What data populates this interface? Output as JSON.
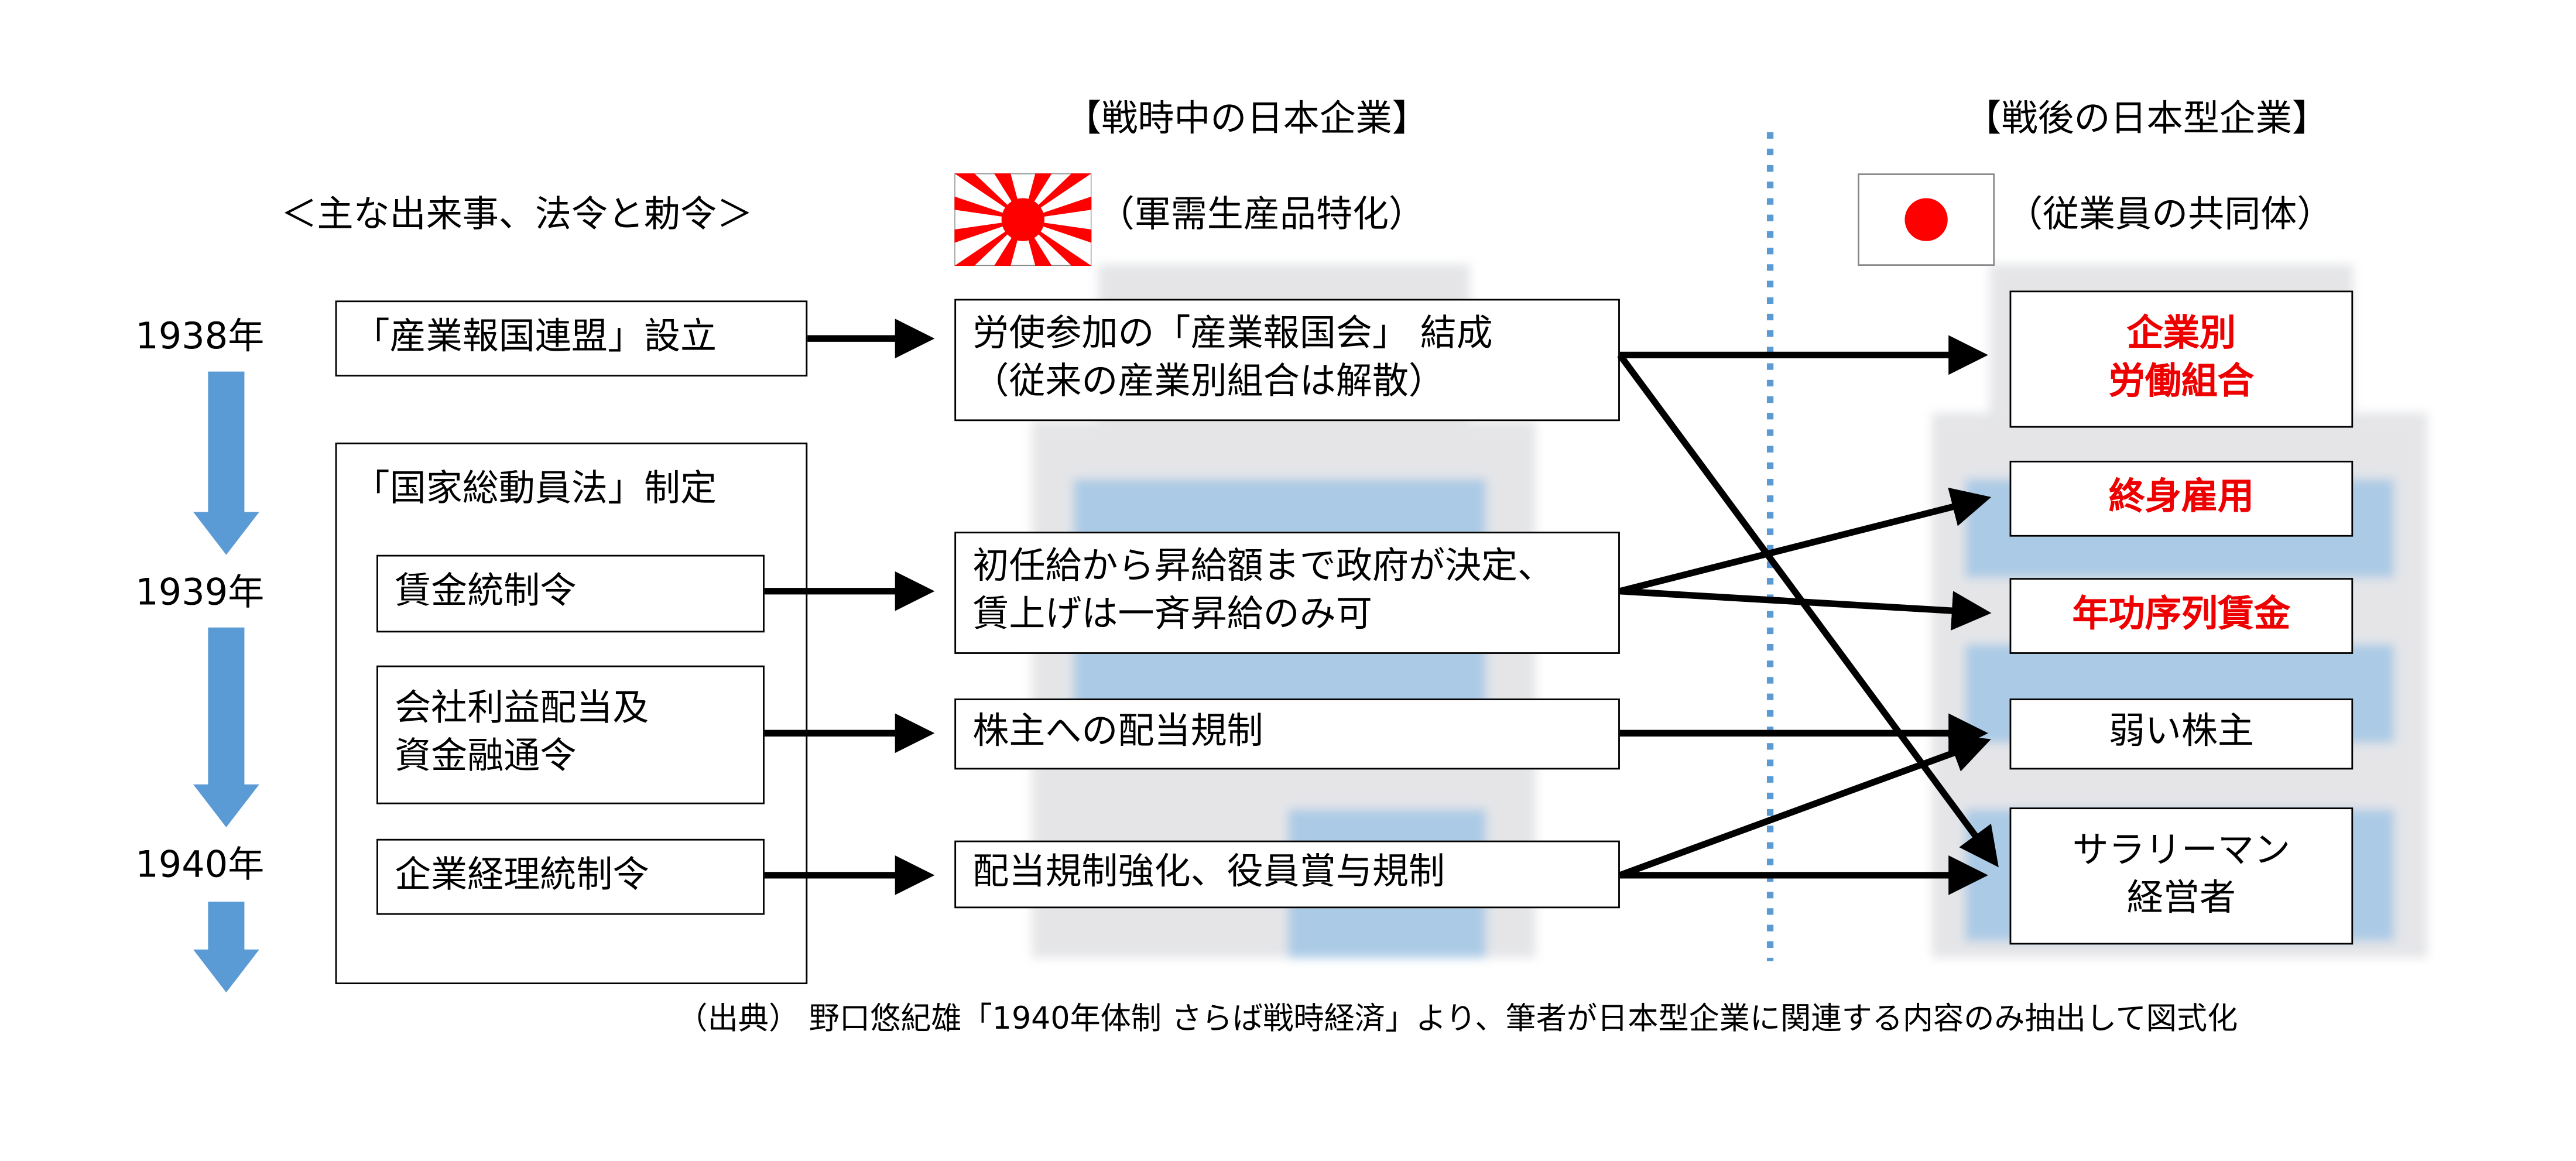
{
  "headers": {
    "wartime": "【戦時中の日本企業】",
    "postwar": "【戦後の日本型企業】",
    "events": "＜主な出来事、法令と勅令＞",
    "wartime_sub": "（軍需生産品特化）",
    "postwar_sub": "（従業員の共同体）"
  },
  "years": [
    "1938年",
    "1939年",
    "1940年"
  ],
  "events": {
    "federation": "「産業報国連盟」設立",
    "mobilization_title": "「国家総動員法」制定",
    "wage_control": "賃金統制令",
    "dividend_line1": "会社利益配当及",
    "dividend_line2": "資金融通令",
    "accounting": "企業経理統制令"
  },
  "wartime": {
    "box1_line1": "労使参加の「産業報国会」 結成",
    "box1_line2": "（従来の産業別組合は解散）",
    "box2_line1": "初任給から昇給額まで政府が決定、",
    "box2_line2": "賃上げは一斉昇給のみ可",
    "box3": "株主への配当規制",
    "box4": "配当規制強化、役員賞与規制"
  },
  "postwar": {
    "union_line1": "企業別",
    "union_line2": "労働組合",
    "lifetime": "終身雇用",
    "seniority": "年功序列賃金",
    "weak_shareholders": "弱い株主",
    "salaried_line1": "サラリーマン",
    "salaried_line2": "経営者"
  },
  "footnote": "（出典） 野口悠紀雄「1940年体制 さらば戦時経済」より、筆者が日本型企業に関連する内容のみ抽出して図式化",
  "colors": {
    "accent_blue": "#5b9bd5",
    "red": "#e00000"
  }
}
